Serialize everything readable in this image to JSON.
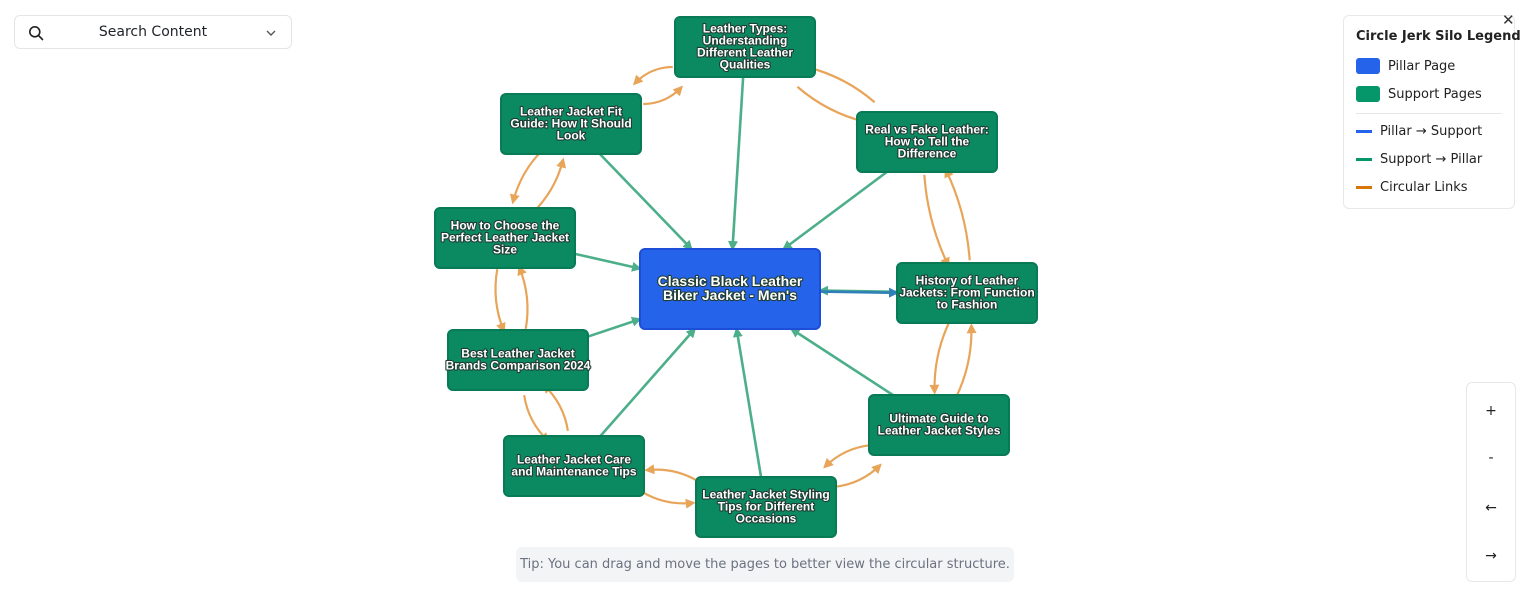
{
  "search": {
    "label": "Search Content"
  },
  "diagram": {
    "pillar": {
      "id": "pillar",
      "label": "Classic Black Leather Biker Jacket - Men's"
    },
    "supports": [
      {
        "id": "leather-types",
        "label": "Leather Types: Understanding Different Leather Qualities"
      },
      {
        "id": "real-vs-fake",
        "label": "Real vs Fake Leather: How to Tell the Difference"
      },
      {
        "id": "history",
        "label": "History of Leather Jackets: From Function to Fashion"
      },
      {
        "id": "ultimate-guide",
        "label": "Ultimate Guide to Leather Jacket Styles"
      },
      {
        "id": "styling-tips",
        "label": "Leather Jacket Styling Tips for Different Occasions"
      },
      {
        "id": "care",
        "label": "Leather Jacket Care and Maintenance Tips"
      },
      {
        "id": "brands",
        "label": "Best Leather Jacket Brands Comparison 2024"
      },
      {
        "id": "size",
        "label": "How to Choose the Perfect Leather Jacket Size"
      },
      {
        "id": "fit-guide",
        "label": "Leather Jacket Fit Guide: How It Should Look"
      }
    ],
    "colors": {
      "pillar": "#2563eb",
      "support": "#059669",
      "pillar_to_support": "#2563eb",
      "support_to_pillar": "#059669",
      "circular": "#d97706"
    }
  },
  "legend": {
    "title": "Circle Jerk Silo Legend",
    "close_icon": "close-icon",
    "pillar_page": "Pillar Page",
    "support_pages": "Support Pages",
    "pillar_to_support": "Pillar → Support",
    "support_to_pillar": "Support → Pillar",
    "circular_links": "Circular Links"
  },
  "tip": "Tip: You can drag and move the pages to better view the circular structure.",
  "controls": {
    "zoom_in": "+",
    "zoom_out": "-",
    "prev": "←",
    "next": "→"
  }
}
